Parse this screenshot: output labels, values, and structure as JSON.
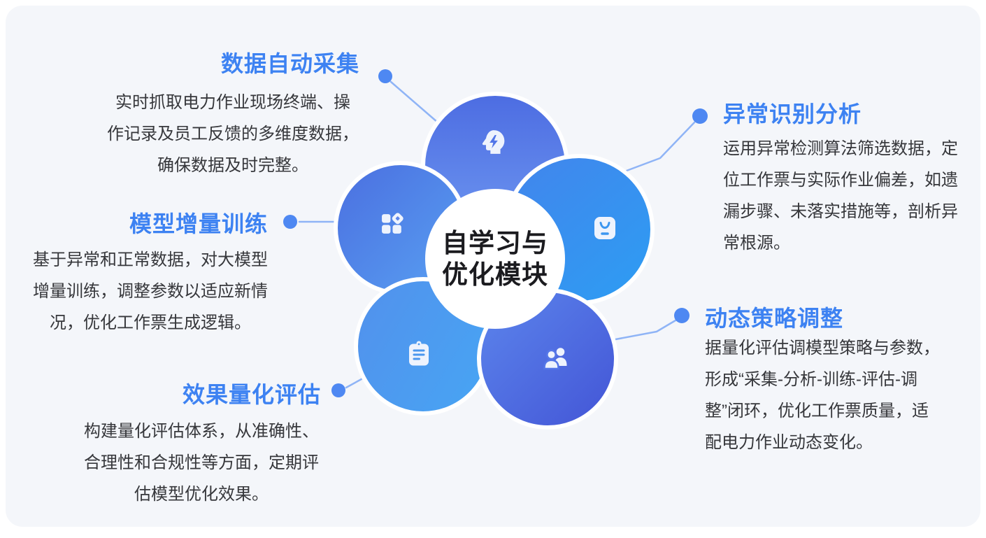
{
  "center": {
    "title": "自学习与\n优化模块"
  },
  "nodes": [
    {
      "id": "data-collection",
      "title": "数据自动采集",
      "desc": "实时抓取电力作业现场终端、操\n作记录及员工反馈的多维度数据，\n确保数据及时完整。",
      "icon": "head-lightning-icon"
    },
    {
      "id": "anomaly-analysis",
      "title": "异常识别分析",
      "desc": "运用异常检测算法筛选数据，定\n位工作票与实际作业偏差，如遗\n漏步骤、未落实措施等，剖析异\n常根源。",
      "icon": "briefcase-bag-icon"
    },
    {
      "id": "model-training",
      "title": "模型增量训练",
      "desc": "基于异常和正常数据，对大模型\n增量训练，调整参数以适应新情\n况，优化工作票生成逻辑。",
      "icon": "grid-diamond-icon"
    },
    {
      "id": "effect-evaluation",
      "title": "效果量化评估",
      "desc": "构建量化评估体系，从准确性、\n合理性和合规性等方面，定期评\n估模型优化效果。",
      "icon": "clipboard-icon"
    },
    {
      "id": "strategy-adjustment",
      "title": "动态策略调整",
      "desc": "据量化评估调模型策略与参数，\n形成“采集-分析-训练-评估-调\n整”闭环，优化工作票质量，适\n配电力作业动态变化。",
      "icon": "users-icon"
    }
  ],
  "colors": {
    "accent_blue": "#3d82f2",
    "text_dark": "#36373b",
    "card_bg": "#f4f6fa",
    "connector_dot": "#4e88f2",
    "connector_line": "#8fb4f6",
    "petal_indigo": "#4d6de2",
    "petal_azure": "#2d9df3",
    "center_text": "#1b1b1f",
    "icon_white": "#eef3fd"
  }
}
